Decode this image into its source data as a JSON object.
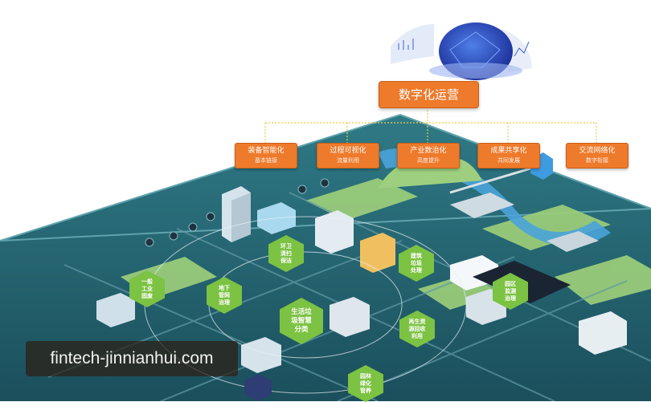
{
  "top_node": {
    "label": "数字化运营"
  },
  "categories": [
    {
      "title": "装备智能化",
      "subtitle": "基本链接"
    },
    {
      "title": "过程可视化",
      "subtitle": "流量利用"
    },
    {
      "title": "产业数治化",
      "subtitle": "高度提升"
    },
    {
      "title": "成果共享化",
      "subtitle": "共同发展"
    },
    {
      "title": "交流网络化",
      "subtitle": "数字衔接"
    }
  ],
  "hexagons": [
    {
      "label": "一般\n工业\n固废"
    },
    {
      "label": "地下\n管网\n治理"
    },
    {
      "label": "环卫\n清扫\n保洁"
    },
    {
      "label": "生活垃\n圾智慧\n分类"
    },
    {
      "label": "建筑\n垃圾\n处理"
    },
    {
      "label": "再生资\n源回收\n利用"
    },
    {
      "label": "园区\n监测\n治理"
    },
    {
      "label": "园林\n绿化\n管养"
    }
  ],
  "watermark": {
    "text": "fintech-jinnianhui.com"
  },
  "colors": {
    "orange": "#ee7a2b",
    "green": "#7cc243",
    "navy": "#2e3d73",
    "teal": "#1d5f6e"
  }
}
